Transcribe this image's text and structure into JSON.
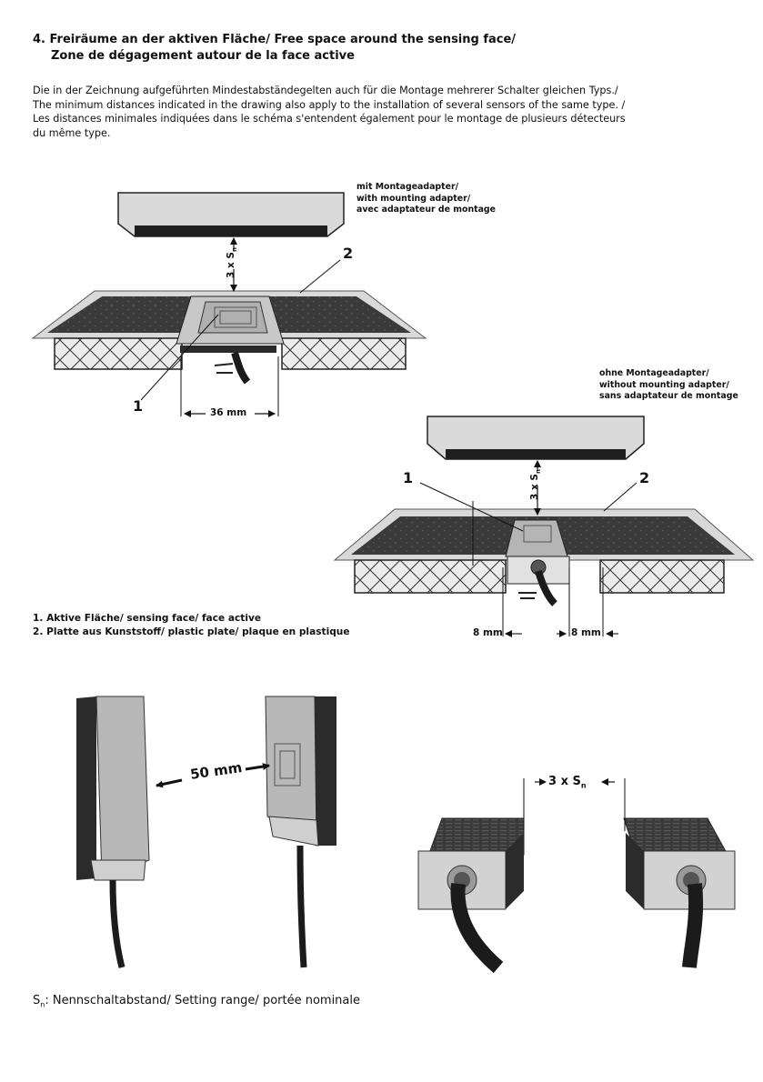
{
  "section": {
    "title_line1": "4. Freiräume an der aktiven Fläche/ Free space around the sensing face/",
    "title_line2": "Zone de dégagement autour de la face active"
  },
  "intro": {
    "line1": "Die in der Zeichnung aufgeführten Mindestabständegelten auch für die Montage mehrerer Schalter gleichen Typs./",
    "line2": "The minimum distances indicated in the drawing also apply to the installation of several sensors of the same type. /",
    "line3": "Les distances minimales indiquées dans le schéma s'entendent également pour le montage de plusieurs détecteurs",
    "line4": "du même type."
  },
  "figure1": {
    "caption_line1": "mit Montageadapter/",
    "caption_line2": "with mounting adapter/",
    "caption_line3": "avec adaptateur de montage",
    "distance_label": "3 x S",
    "distance_sub": "n",
    "callout_1": "1",
    "callout_2": "2",
    "width_label": "36 mm"
  },
  "figure2": {
    "caption_line1": "ohne Montageadapter/",
    "caption_line2": "without mounting adapter/",
    "caption_line3": "sans adaptateur de montage",
    "distance_label": "3 x S",
    "distance_sub": "n",
    "callout_1": "1",
    "callout_2": "2",
    "left_gap_label": "8 mm",
    "right_gap_label": "8 mm"
  },
  "legend": {
    "item1": "1. Aktive Fläche/ sensing face/ face active",
    "item2": "2. Platte aus Kunststoff/ plastic plate/ plaque en plastique"
  },
  "figure3": {
    "distance_label": "50 mm"
  },
  "figure4": {
    "distance_label": "3 x S",
    "distance_sub": "n"
  },
  "footnote": {
    "symbol": "S",
    "symbol_sub": "n",
    "text": ": Nennschaltabstand/ Setting range/ portée nominale"
  },
  "colors": {
    "plate_dark": "#2f2f2f",
    "plate_light": "#d7d7d7",
    "sensor_grey": "#b5b5b5",
    "ink": "#111111"
  }
}
